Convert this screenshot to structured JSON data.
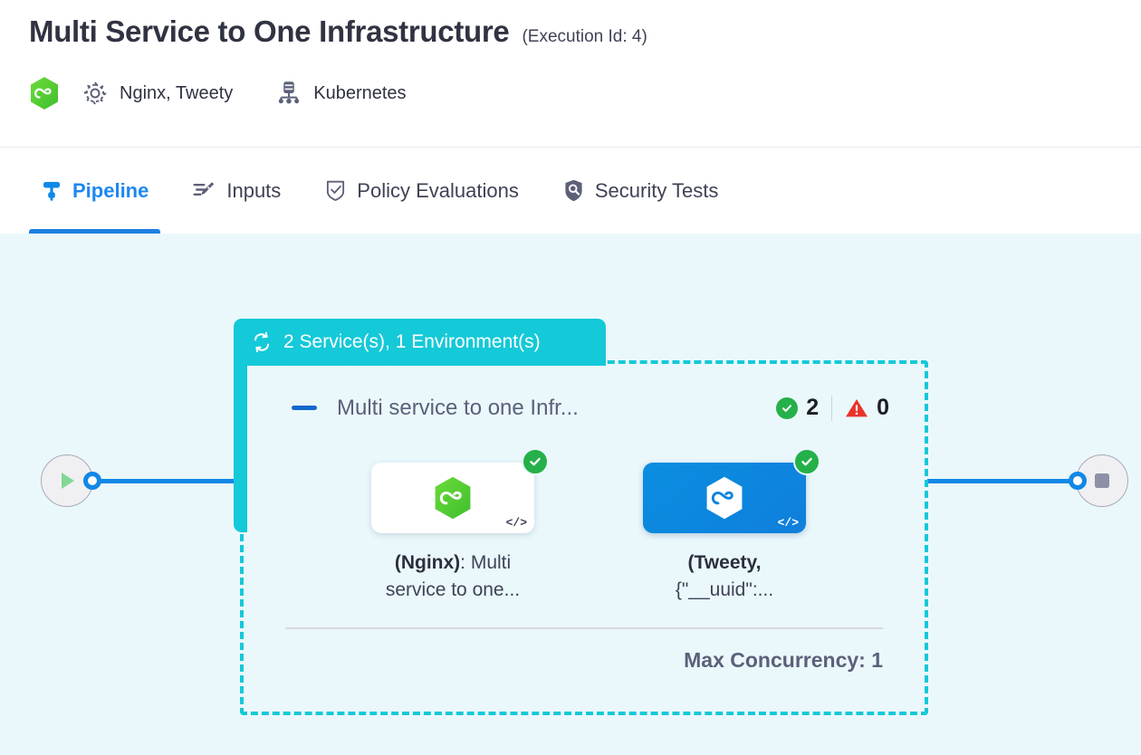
{
  "header": {
    "title": "Multi Service to One Infrastructure",
    "execution_id_label": "(Execution Id: 4)",
    "brand_icon": "harness-hexagon-icon",
    "services_icon": "gear-icon",
    "services_label": "Nginx, Tweety",
    "infrastructure_icon": "kubernetes-cluster-icon",
    "infrastructure_label": "Kubernetes"
  },
  "tabs": [
    {
      "label": "Pipeline",
      "icon": "pipeline-icon",
      "active": true
    },
    {
      "label": "Inputs",
      "icon": "pencil-edit-icon",
      "active": false
    },
    {
      "label": "Policy Evaluations",
      "icon": "shield-check-icon",
      "active": false
    },
    {
      "label": "Security Tests",
      "icon": "shield-search-icon",
      "active": false
    }
  ],
  "pipeline": {
    "start_node_icon": "play-icon",
    "end_node_icon": "stop-icon",
    "group": {
      "badge_icon": "loop-repeat-icon",
      "badge_label": "2 Service(s), 1 Environment(s)",
      "stage_name": "Multi service to one Infr...",
      "collapse_control": "collapse-dash",
      "success_icon": "check-circle-icon",
      "success_count": "2",
      "warning_icon": "warning-triangle-icon",
      "warning_count": "0",
      "max_concurrency_label": "Max Concurrency: 1"
    },
    "services": [
      {
        "icon": "harness-hexagon-icon",
        "status_icon": "check-circle-icon",
        "code_icon": "code-brackets-icon",
        "name_bold": "(Nginx)",
        "name_rest": ": Multi service to one...",
        "theme": "light"
      },
      {
        "icon": "harness-hexagon-icon",
        "status_icon": "check-circle-icon",
        "code_icon": "code-brackets-icon",
        "name_bold": "(Tweety,",
        "name_rest": "{\"__uuid\":...",
        "theme": "blue"
      }
    ]
  },
  "colors": {
    "accent_blue": "#1e87f0",
    "teal": "#14c9d8",
    "green": "#25b04a",
    "red": "#e8342a",
    "canvas_bg": "#eaf8fc"
  }
}
